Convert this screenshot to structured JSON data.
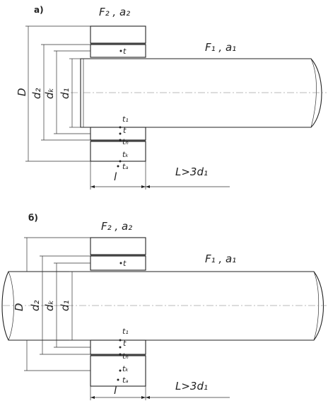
{
  "panels": [
    {
      "id": "a",
      "label": "а)",
      "outer_block_label": "F₂ , a₂",
      "shaft_label": "F₁ , a₁",
      "dims": {
        "D": "D",
        "d2": "d₂",
        "dk": "dₖ",
        "d1": "d₁"
      },
      "layer_labels": {
        "top_t": "t",
        "t1": "t₁",
        "t": "t",
        "tn": "tₙ",
        "tk": "tₖ",
        "ta": "tₐ"
      },
      "width_label": "l",
      "length_label": "L>3d₁"
    },
    {
      "id": "b",
      "label": "б)",
      "outer_block_label": "F₂ , a₂",
      "shaft_label": "F₁ , a₁",
      "dims": {
        "D": "D",
        "d2": "d₂",
        "dk": "dₖ",
        "d1": "d₁"
      },
      "layer_labels": {
        "top_t": "t",
        "t1": "t₁",
        "t": "t",
        "tn": "tₙ",
        "tk": "tₖ",
        "ta": "tₐ"
      },
      "width_label": "l",
      "length_label": "L>3d₁"
    }
  ]
}
